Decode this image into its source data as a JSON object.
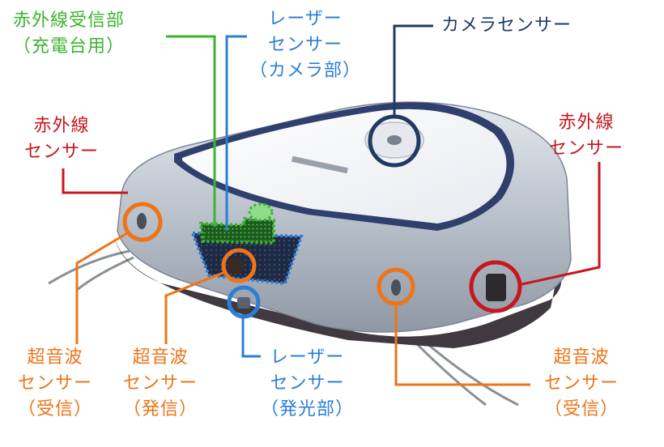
{
  "labels": {
    "ir_receiver": {
      "line1": "赤外線受信部",
      "line2": "（充電台用）"
    },
    "laser_camera": {
      "line1": "レーザー",
      "line2": "センサー",
      "line3": "（カメラ部）"
    },
    "camera_sensor": {
      "line1": "カメラセンサー"
    },
    "ir_left": {
      "line1": "赤外線",
      "line2": "センサー"
    },
    "ir_right": {
      "line1": "赤外線",
      "line2": "センサー"
    },
    "us_recv_left": {
      "line1": "超音波",
      "line2": "センサー",
      "line3": "（受信）"
    },
    "us_send": {
      "line1": "超音波",
      "line2": "センサー",
      "line3": "（発信）"
    },
    "laser_emit": {
      "line1": "レーザー",
      "line2": "センサー",
      "line3": "（発光部）"
    },
    "us_recv_right": {
      "line1": "超音波",
      "line2": "センサー",
      "line3": "（受信）"
    }
  },
  "colors": {
    "green": "#3cb431",
    "blue": "#2a7fd4",
    "navy": "#1f3a66",
    "red": "#c8161d",
    "orange": "#ee7417"
  }
}
